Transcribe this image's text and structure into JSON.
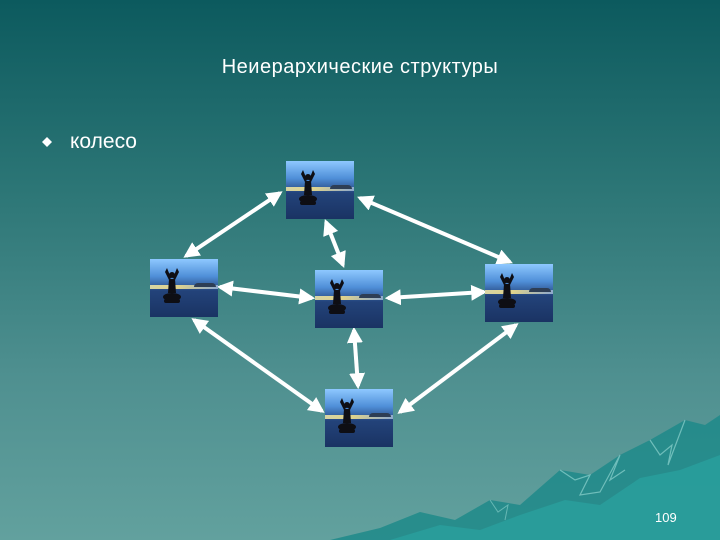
{
  "slide": {
    "title": "Неиерархические структуры",
    "bullet": "колесо",
    "page_number": "109"
  },
  "colors": {
    "arrow": "#ffffff",
    "bullet": "#ffffff",
    "text": "#ffffff"
  },
  "diagram": {
    "nodes": [
      "top",
      "left",
      "center",
      "right",
      "bottom"
    ],
    "edges": [
      [
        "top",
        "left"
      ],
      [
        "top",
        "right"
      ],
      [
        "top",
        "center"
      ],
      [
        "left",
        "center"
      ],
      [
        "right",
        "center"
      ],
      [
        "center",
        "bottom"
      ],
      [
        "left",
        "bottom"
      ],
      [
        "right",
        "bottom"
      ]
    ],
    "node_icon": "meditation-silhouette-icon"
  }
}
